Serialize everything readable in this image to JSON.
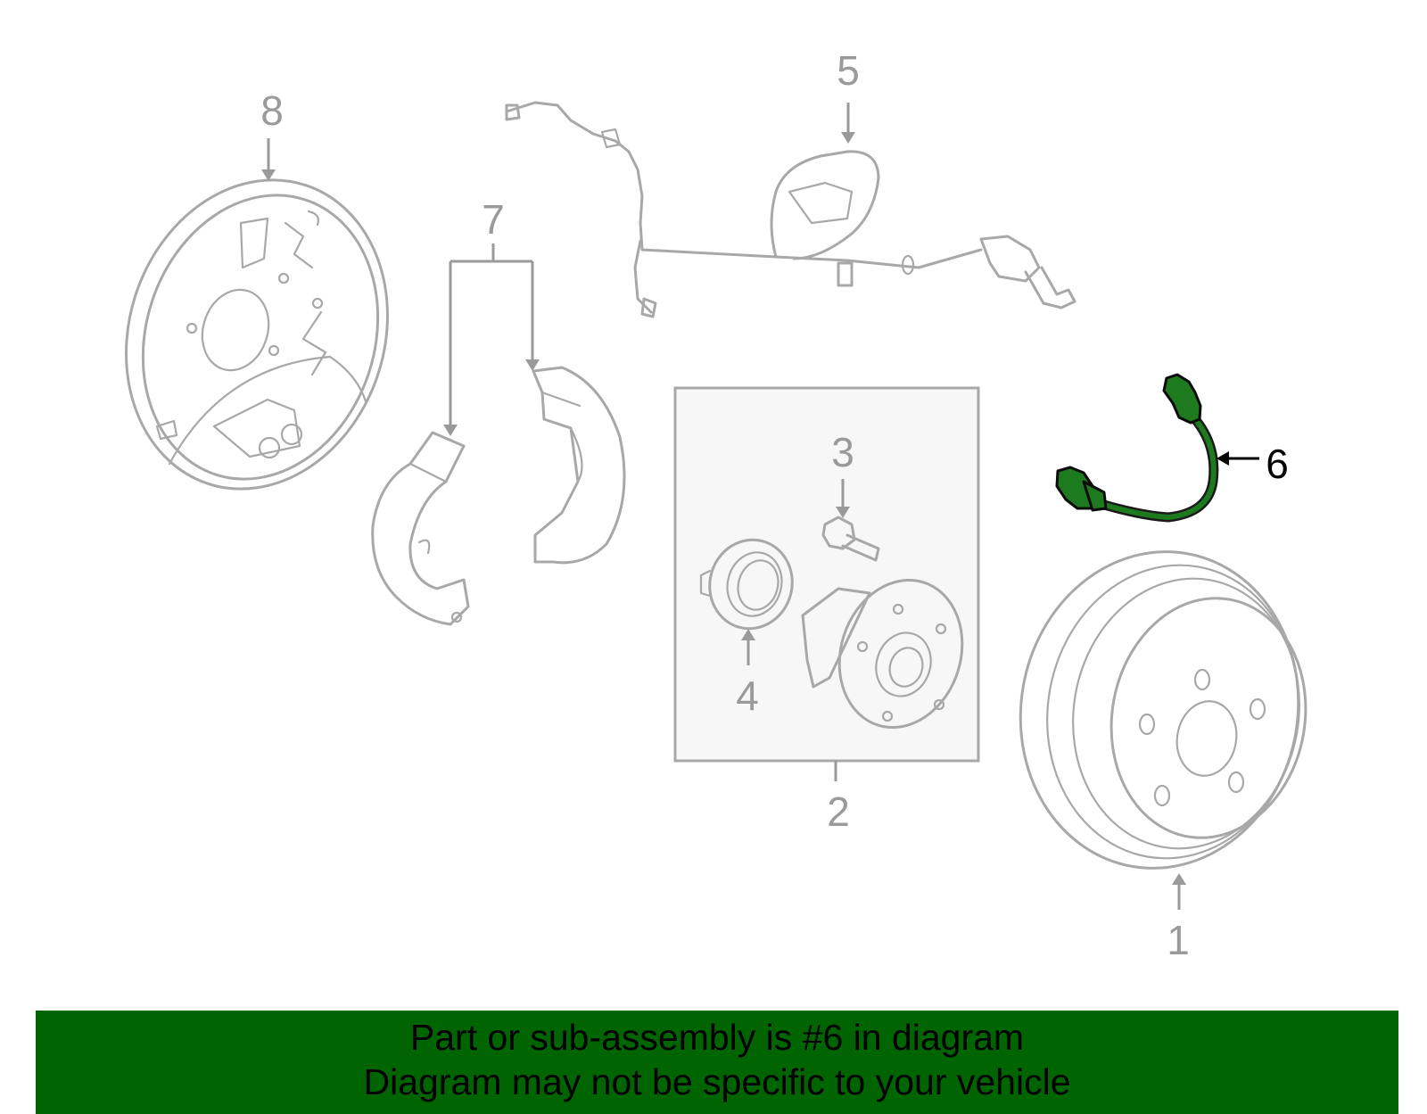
{
  "diagram": {
    "callouts": {
      "c1": "1",
      "c2": "2",
      "c3": "3",
      "c4": "4",
      "c5": "5",
      "c6": "6",
      "c7": "7",
      "c8": "8"
    },
    "highlighted_part": "6",
    "highlight_color": "#1e7a1e",
    "line_color": "#a8a8a8"
  },
  "footer": {
    "line1": "Part or sub-assembly is #6 in diagram",
    "line2": "Diagram may not be specific to your vehicle",
    "background": "#006400"
  }
}
